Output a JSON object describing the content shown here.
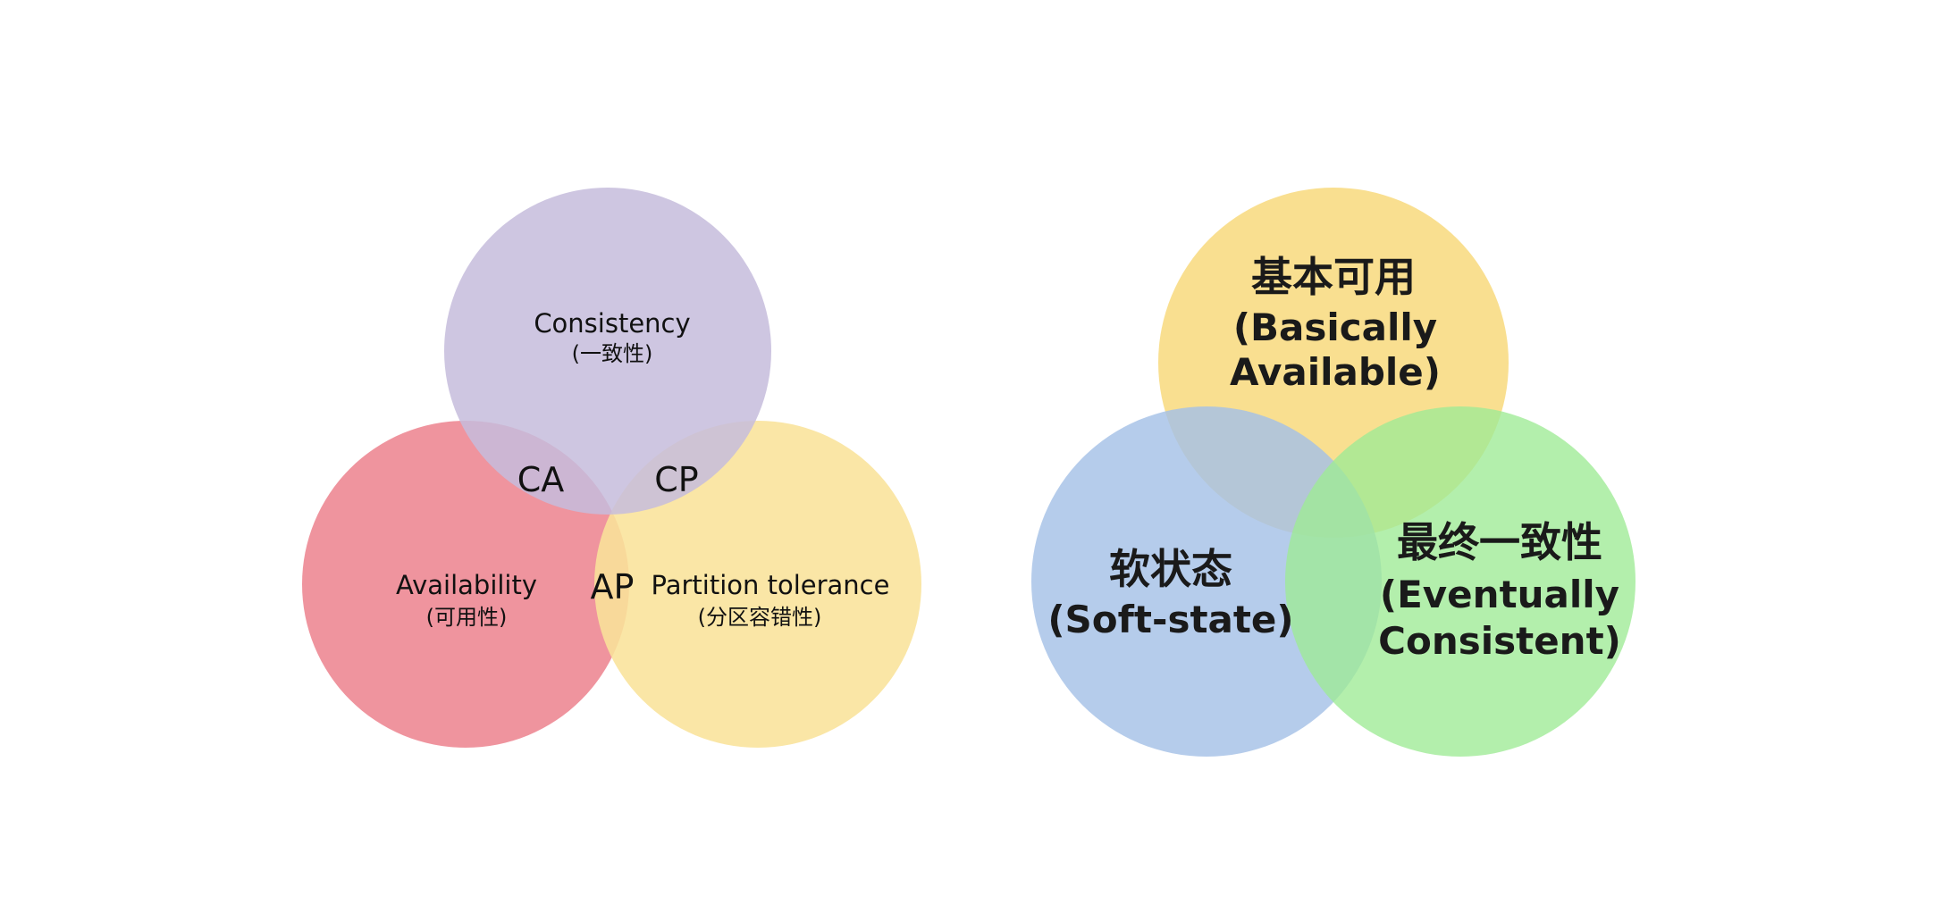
{
  "cap": {
    "consistency": {
      "title": "Consistency",
      "subtitle": "(一致性)"
    },
    "availability": {
      "title": "Availability",
      "subtitle": "(可用性)"
    },
    "partition": {
      "title": "Partition tolerance",
      "subtitle": "(分区容错性)"
    },
    "regions": {
      "ca": "CA",
      "cp": "CP",
      "ap": "AP"
    }
  },
  "base": {
    "basically_available": {
      "zh": "基本可用",
      "en_line1": "(Basically",
      "en_line2": "Available)"
    },
    "soft_state": {
      "zh": "软状态",
      "en": "(Soft-state)"
    },
    "eventually_consistent": {
      "zh": "最终一致性",
      "en_line1": "(Eventually",
      "en_line2": "Consistent)"
    }
  },
  "colors": {
    "consistency": "#c6bcdc",
    "availability": "#ec7d89",
    "partition": "#f9e29a",
    "basically_available": "#f8d97c",
    "soft_state": "#a5c1e6",
    "eventually_consistent": "#9eeb95"
  }
}
